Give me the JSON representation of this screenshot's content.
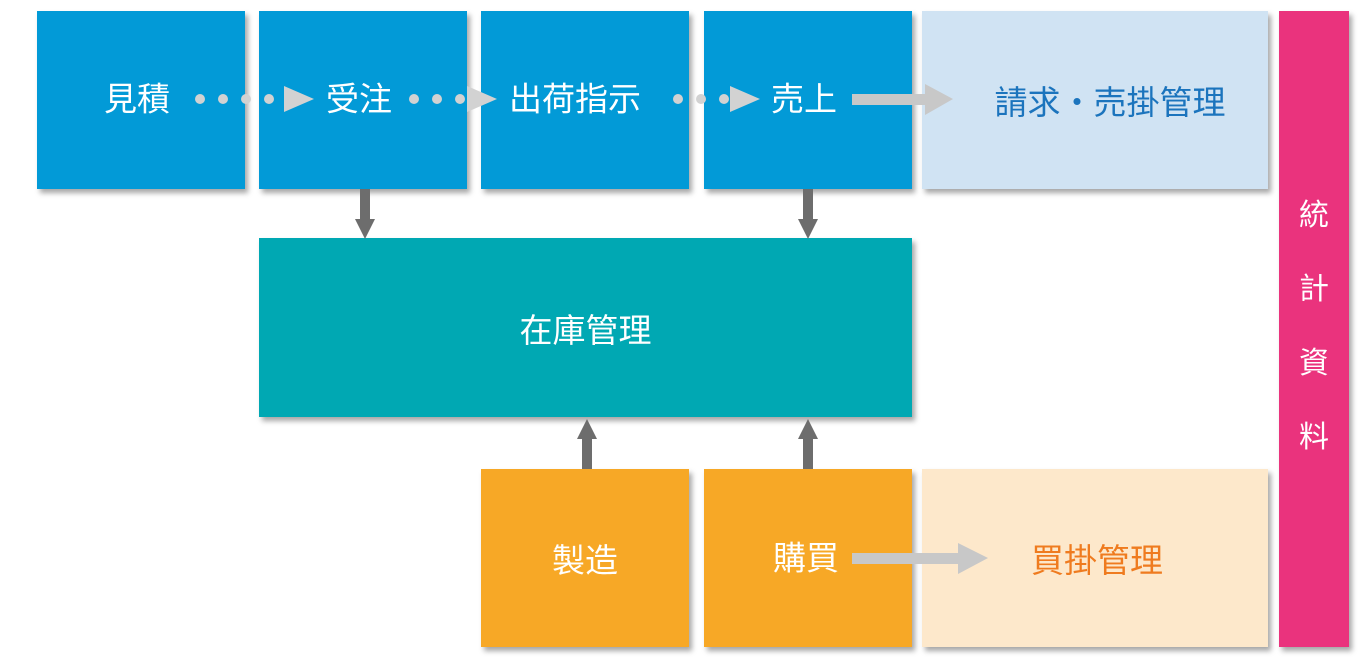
{
  "flow": {
    "mitsumori": "見積",
    "juchu": "受注",
    "shukka_shiji": "出荷指示",
    "uriage": "売上",
    "seikyu_urikake": "請求・売掛管理",
    "zaiko": "在庫管理",
    "seizo": "製造",
    "konyu": "購買",
    "kaikake": "買掛管理",
    "tokei_shiryo": [
      "統",
      "計",
      "資",
      "料"
    ]
  },
  "colors": {
    "blue": "#029ad7",
    "light_blue": "#d0e3f3",
    "teal": "#00a8b3",
    "orange": "#f7a826",
    "light_orange": "#fde8cb",
    "magenta": "#ea337d",
    "arrow_light": "#c8c8c8",
    "arrow_dark": "#6d6d6d"
  }
}
